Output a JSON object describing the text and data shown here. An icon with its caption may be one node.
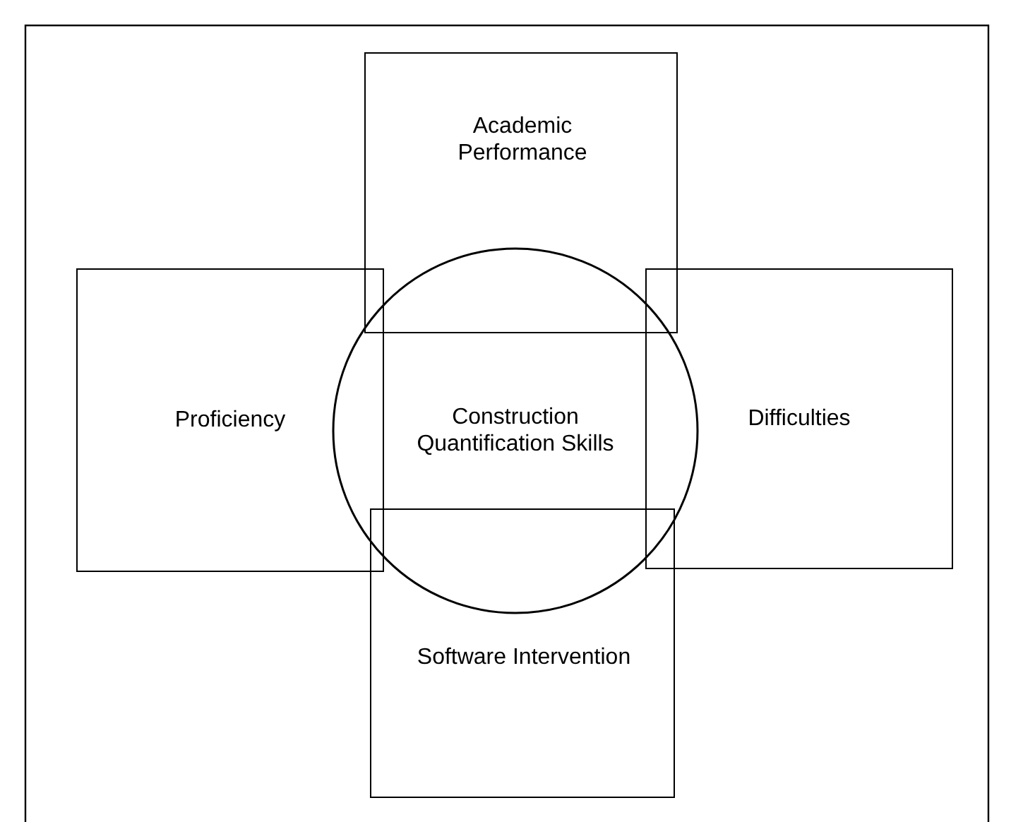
{
  "diagram": {
    "nodes": [
      {
        "text": [
          "Academic Performance"
        ]
      },
      {
        "text": [
          "Proficiency"
        ]
      },
      {
        "text": [
          "Construction Quantification Skills"
        ]
      },
      {
        "text": [
          "Difficulties"
        ]
      },
      {
        "text": [
          "Software Intervention"
        ]
      }
    ]
  }
}
